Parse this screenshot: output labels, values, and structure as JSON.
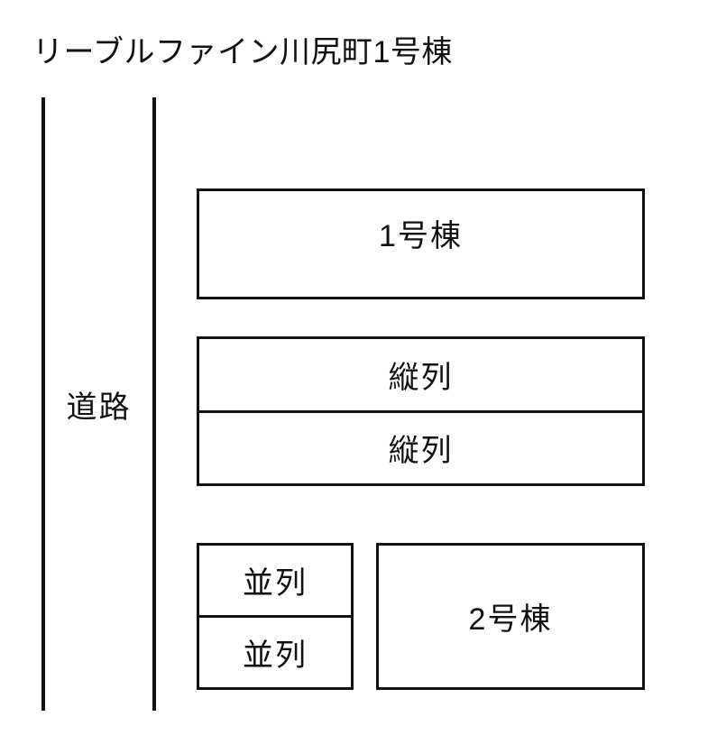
{
  "title": "リーブルファイン川尻町1号棟",
  "road": {
    "label": "道路"
  },
  "buildings": {
    "building1": "1号棟",
    "building2": "2号棟"
  },
  "parking": {
    "tandem": [
      "縦列",
      "縦列"
    ],
    "parallel": [
      "並列",
      "並列"
    ]
  },
  "colors": {
    "line": "#111111",
    "background": "#ffffff",
    "text": "#111111"
  }
}
